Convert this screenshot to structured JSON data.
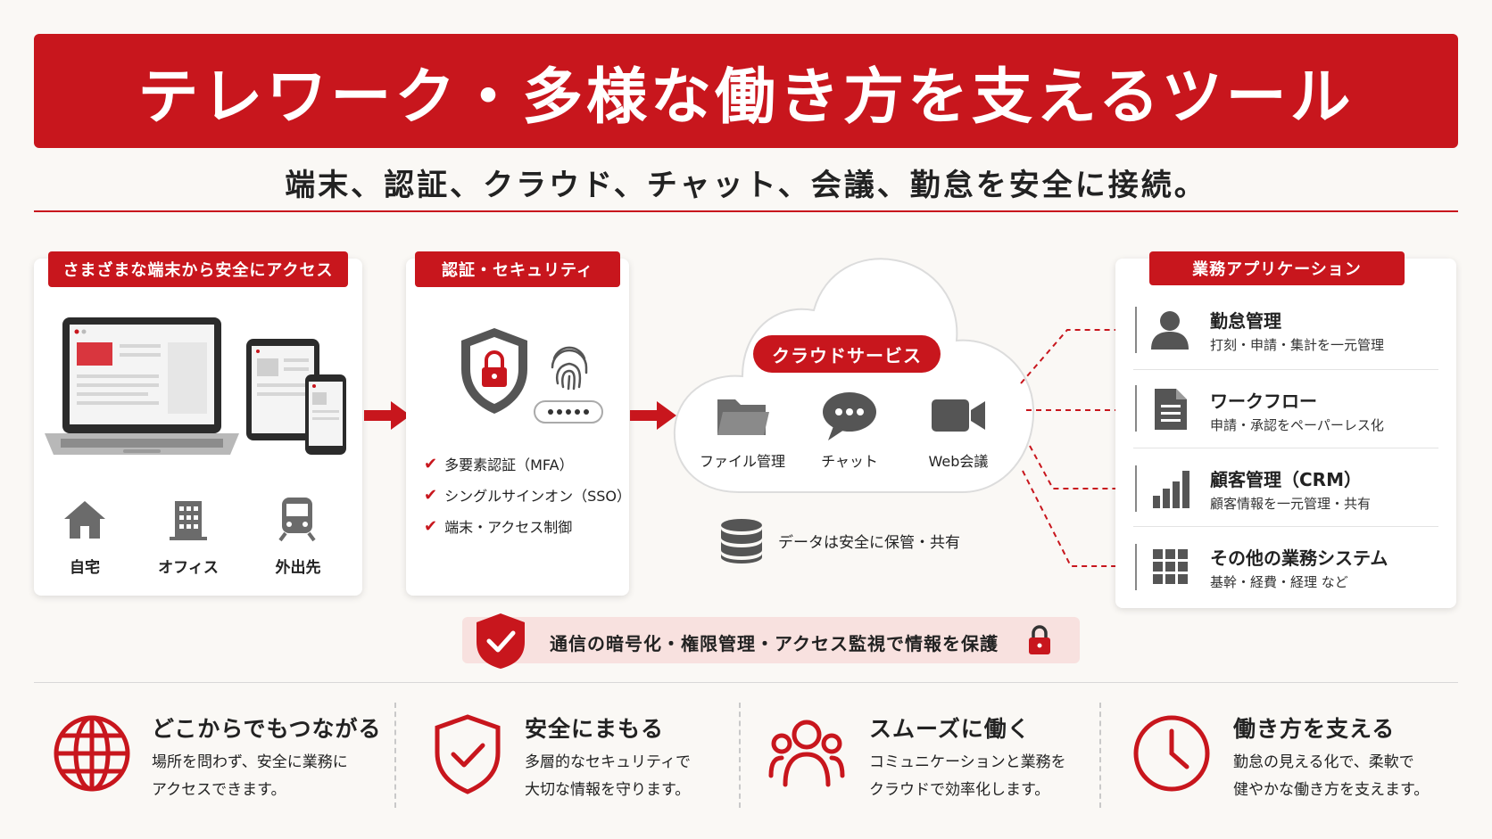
{
  "header": {
    "title": "テレワーク・多様な働き方を支えるツール",
    "subtitle": "端末、認証、クラウド、チャット、会議、勤怠を安全に接続。"
  },
  "devices": {
    "label": "さまざまな端末から安全にアクセス",
    "locations": [
      "自宅",
      "オフィス",
      "外出先"
    ]
  },
  "auth": {
    "label": "認証・セキュリティ",
    "checks": [
      "多要素認証（MFA）",
      "シングルサインオン（SSO）",
      "端末・アクセス制御"
    ]
  },
  "cloud": {
    "label": "クラウドサービス",
    "services": [
      "ファイル管理",
      "チャット",
      "Web会議"
    ],
    "storage_note": "データは安全に保管・共有"
  },
  "apps": {
    "label": "業務アプリケーション",
    "items": [
      {
        "title": "勤怠管理",
        "desc": "打刻・申請・集計を一元管理"
      },
      {
        "title": "ワークフロー",
        "desc": "申請・承認をペーパーレス化"
      },
      {
        "title": "顧客管理（CRM）",
        "desc": "顧客情報を一元管理・共有"
      },
      {
        "title": "その他の業務システム",
        "desc": "基幹・経費・経理 など"
      }
    ]
  },
  "banner": {
    "text": "通信の暗号化・権限管理・アクセス監視で情報を保護"
  },
  "features": [
    {
      "title": "どこからでもつながる",
      "desc1": "場所を問わず、安全に業務に",
      "desc2": "アクセスできます。"
    },
    {
      "title": "安全にまもる",
      "desc1": "多層的なセキュリティで",
      "desc2": "大切な情報を守ります。"
    },
    {
      "title": "スムーズに働く",
      "desc1": "コミュニケーションと業務を",
      "desc2": "クラウドで効率化します。"
    },
    {
      "title": "働き方を支える",
      "desc1": "勤怠の見える化で、柔軟で",
      "desc2": "健やかな働き方を支えます。"
    }
  ],
  "colors": {
    "accent": "#c8161d",
    "icon_gray": "#555555",
    "banner_bg": "#f8e1df"
  },
  "icons": [
    "house-icon",
    "building-icon",
    "train-icon",
    "shield-lock-icon",
    "fingerprint-icon",
    "folder-icon",
    "chat-icon",
    "video-icon",
    "database-icon",
    "person-icon",
    "document-icon",
    "bar-chart-icon",
    "grid-icon",
    "globe-icon",
    "shield-check-icon",
    "people-icon",
    "clock-icon",
    "lock-icon"
  ]
}
